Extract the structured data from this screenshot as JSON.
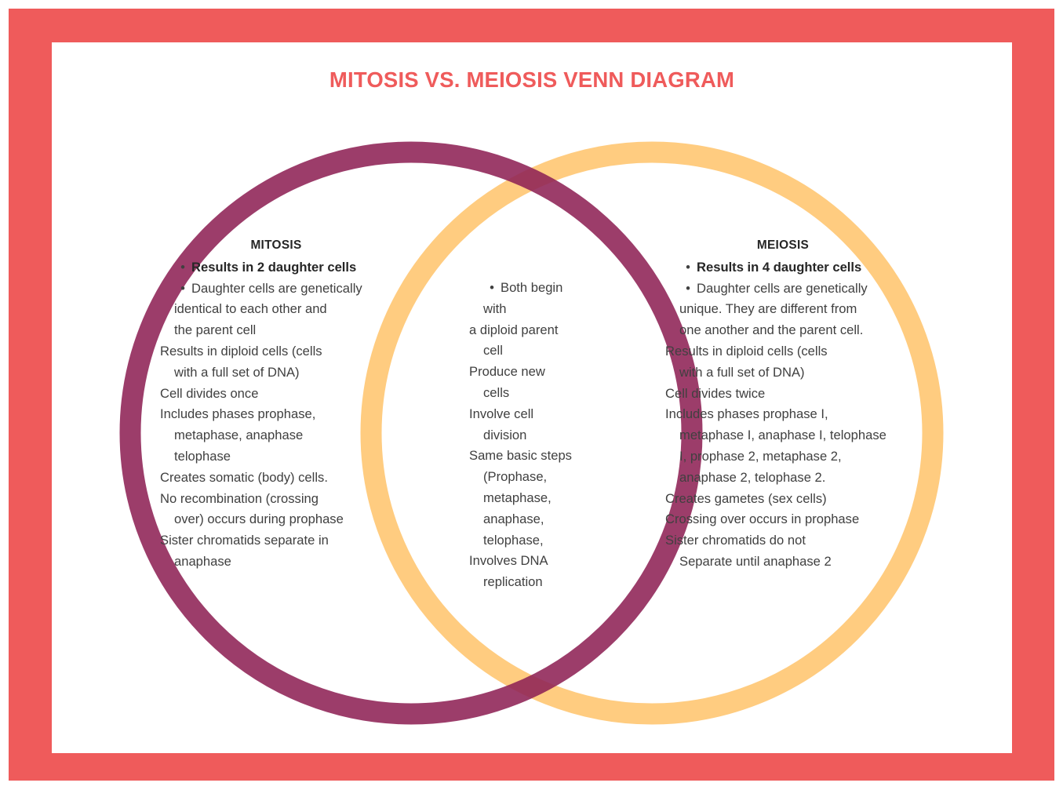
{
  "meta": {
    "title": "MITOSIS VS. MEIOSIS VENN DIAGRAM"
  },
  "colors": {
    "frame_red": "#ef5b5b",
    "title_red": "#ef5b5b",
    "mitosis_circle": "#8E2255",
    "meiosis_circle": "#FFCC80",
    "overlap_blend": "#D4904F",
    "card_white": "#ffffff",
    "body_text": "#404040"
  },
  "venn": {
    "left_circle_label": "MITOSIS",
    "right_circle_label": "MEIOSIS",
    "center_label": "Both"
  },
  "mitosis": {
    "heading": "MITOSIS",
    "lines": [
      {
        "text": "Results in 2 daughter cells",
        "bullet": true,
        "bold": true,
        "indent": 1
      },
      {
        "text": "Daughter cells are genetically",
        "bullet": true,
        "bold": false,
        "indent": 1
      },
      {
        "text": "identical to each other and",
        "bullet": false,
        "bold": false,
        "indent": 1
      },
      {
        "text": "the parent cell",
        "bullet": false,
        "bold": false,
        "indent": 1
      },
      {
        "text": "Results in diploid cells (cells",
        "bullet": false,
        "bold": false,
        "indent": 0
      },
      {
        "text": "with a full set of DNA)",
        "bullet": false,
        "bold": false,
        "indent": 1
      },
      {
        "text": "Cell divides once",
        "bullet": false,
        "bold": false,
        "indent": 0
      },
      {
        "text": "Includes phases prophase,",
        "bullet": false,
        "bold": false,
        "indent": 0
      },
      {
        "text": "metaphase, anaphase",
        "bullet": false,
        "bold": false,
        "indent": 1
      },
      {
        "text": "telophase",
        "bullet": false,
        "bold": false,
        "indent": 1
      },
      {
        "text": "Creates somatic (body) cells.",
        "bullet": false,
        "bold": false,
        "indent": 0
      },
      {
        "text": "No recombination (crossing",
        "bullet": false,
        "bold": false,
        "indent": 0
      },
      {
        "text": "over) occurs during prophase",
        "bullet": false,
        "bold": false,
        "indent": 1
      },
      {
        "text": "Sister chromatids separate in",
        "bullet": false,
        "bold": false,
        "indent": 0
      },
      {
        "text": "anaphase",
        "bullet": false,
        "bold": false,
        "indent": 1
      }
    ]
  },
  "both": {
    "heading": "",
    "lines": [
      {
        "text": "Both begin",
        "bullet": true,
        "bold": false,
        "indent": 1
      },
      {
        "text": "with",
        "bullet": false,
        "bold": false,
        "indent": 1
      },
      {
        "text": "a diploid parent",
        "bullet": false,
        "bold": false,
        "indent": 0
      },
      {
        "text": "cell",
        "bullet": false,
        "bold": false,
        "indent": 1
      },
      {
        "text": "Produce new",
        "bullet": false,
        "bold": false,
        "indent": 0
      },
      {
        "text": "cells",
        "bullet": false,
        "bold": false,
        "indent": 1
      },
      {
        "text": "Involve cell",
        "bullet": false,
        "bold": false,
        "indent": 0
      },
      {
        "text": "division",
        "bullet": false,
        "bold": false,
        "indent": 1
      },
      {
        "text": "Same basic steps",
        "bullet": false,
        "bold": false,
        "indent": 0
      },
      {
        "text": "(Prophase,",
        "bullet": false,
        "bold": false,
        "indent": 1
      },
      {
        "text": "metaphase,",
        "bullet": false,
        "bold": false,
        "indent": 1
      },
      {
        "text": "anaphase,",
        "bullet": false,
        "bold": false,
        "indent": 1
      },
      {
        "text": "telophase,",
        "bullet": false,
        "bold": false,
        "indent": 1
      },
      {
        "text": "Involves DNA",
        "bullet": false,
        "bold": false,
        "indent": 0
      },
      {
        "text": "replication",
        "bullet": false,
        "bold": false,
        "indent": 1
      }
    ]
  },
  "meiosis": {
    "heading": "MEIOSIS",
    "lines": [
      {
        "text": "Results in 4 daughter cells",
        "bullet": true,
        "bold": true,
        "indent": 1
      },
      {
        "text": "Daughter cells are genetically",
        "bullet": true,
        "bold": false,
        "indent": 1
      },
      {
        "text": "unique. They are different from",
        "bullet": false,
        "bold": false,
        "indent": 1
      },
      {
        "text": "one another and the parent cell.",
        "bullet": false,
        "bold": false,
        "indent": 1
      },
      {
        "text": "Results in diploid cells (cells",
        "bullet": false,
        "bold": false,
        "indent": 0
      },
      {
        "text": "with a full set of DNA)",
        "bullet": false,
        "bold": false,
        "indent": 1
      },
      {
        "text": "Cell divides twice",
        "bullet": false,
        "bold": false,
        "indent": 0
      },
      {
        "text": "Includes phases prophase I,",
        "bullet": false,
        "bold": false,
        "indent": 0
      },
      {
        "text": "metaphase I, anaphase I, telophase",
        "bullet": false,
        "bold": false,
        "indent": 1
      },
      {
        "text": "I, prophase 2, metaphase 2,",
        "bullet": false,
        "bold": false,
        "indent": 1
      },
      {
        "text": "anaphase 2, telophase 2.",
        "bullet": false,
        "bold": false,
        "indent": 1
      },
      {
        "text": "Creates gametes (sex cells)",
        "bullet": false,
        "bold": false,
        "indent": 0
      },
      {
        "text": "Crossing over occurs in prophase",
        "bullet": false,
        "bold": false,
        "indent": 0
      },
      {
        "text": "Sister chromatids do not",
        "bullet": false,
        "bold": false,
        "indent": 0
      },
      {
        "text": "Separate until anaphase 2",
        "bullet": false,
        "bold": false,
        "indent": 1
      }
    ]
  }
}
